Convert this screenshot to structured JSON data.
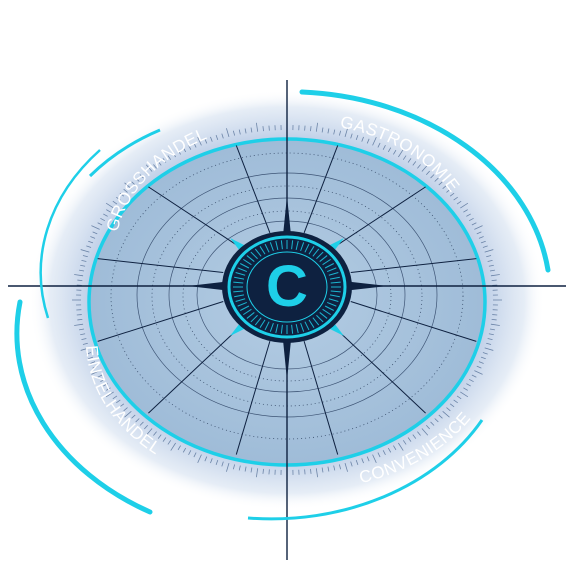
{
  "compass": {
    "segments": [
      {
        "label": "GROSSHANDEL"
      },
      {
        "label": "GASTRONOMIE"
      },
      {
        "label": "EINZELHANDEL"
      },
      {
        "label": "CONVENIENCE"
      }
    ],
    "logo_letter": "C"
  },
  "colors": {
    "accent": "#1ecfe8",
    "disc": "#a6c3dc",
    "navy": "#0e2140",
    "halo": "#c7d6ea"
  }
}
